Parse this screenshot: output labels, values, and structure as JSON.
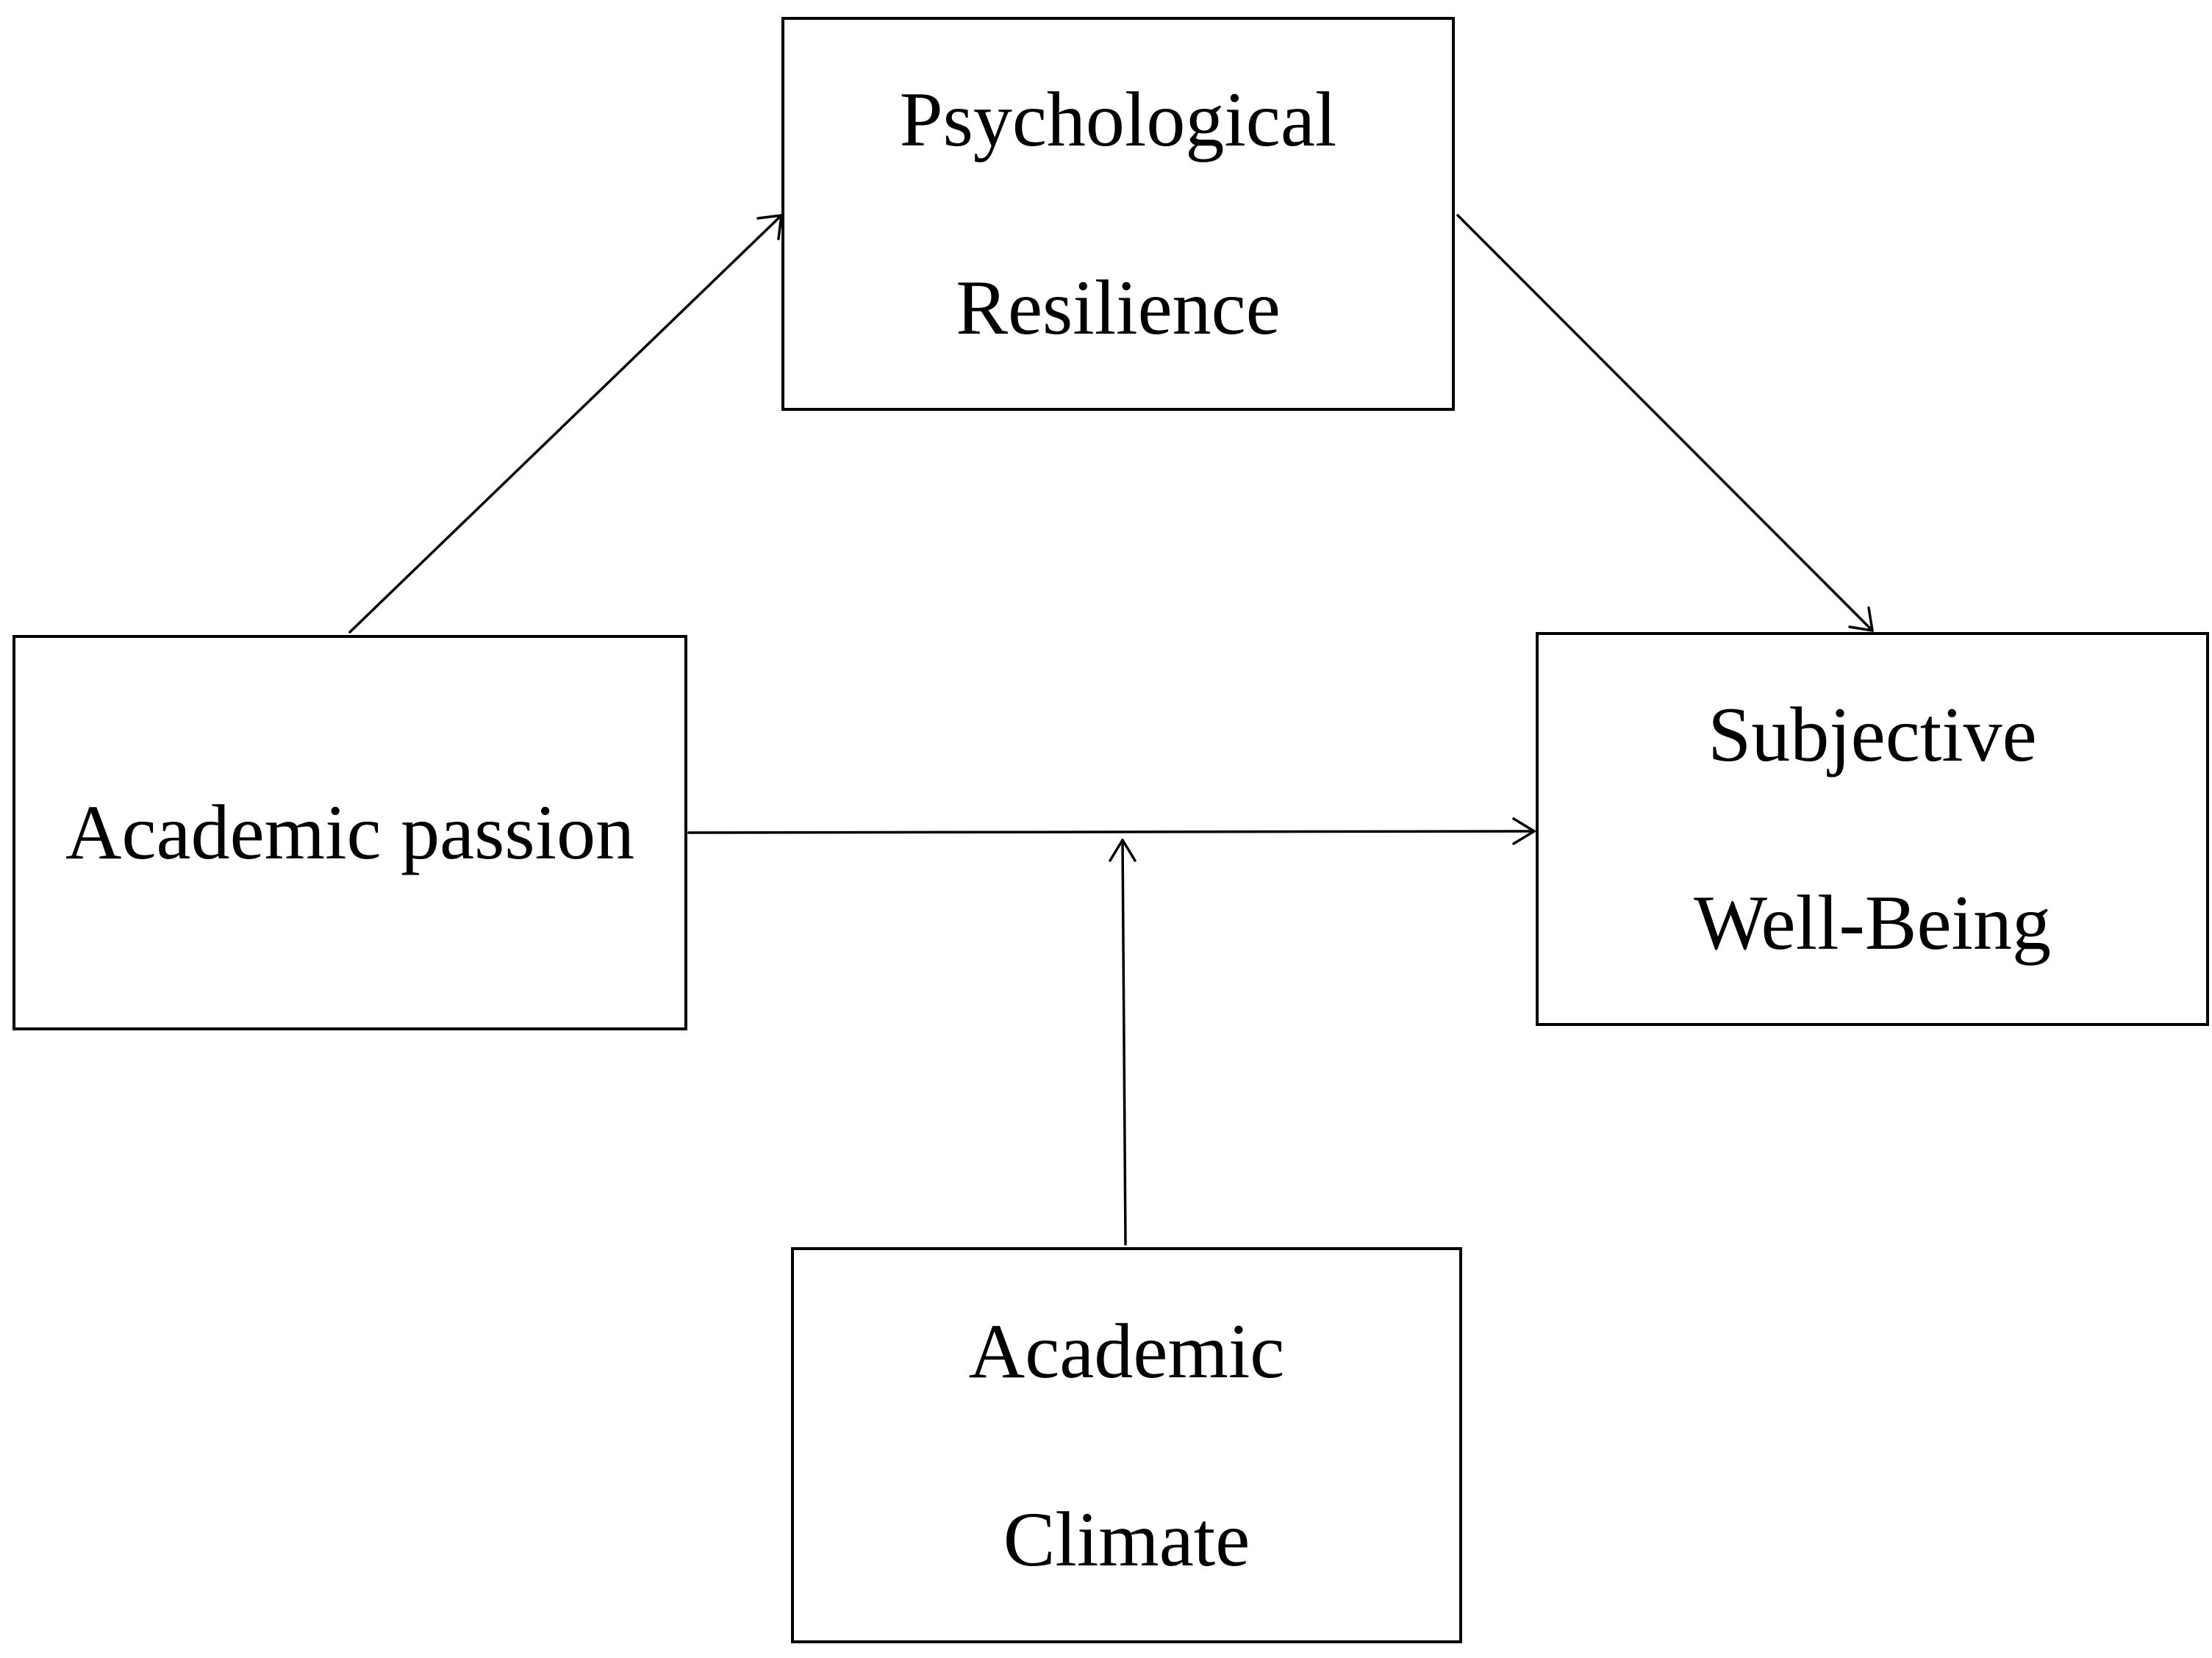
{
  "nodes": {
    "resilience": {
      "line1": "Psychological",
      "line2": "Resilience"
    },
    "passion": {
      "line1": "Academic passion"
    },
    "wellbeing": {
      "line1": "Subjective",
      "line2": "Well-Being"
    },
    "climate": {
      "line1": "Academic",
      "line2": "Climate"
    }
  },
  "edges": [
    {
      "from": "Academic passion",
      "to": "Psychological Resilience"
    },
    {
      "from": "Psychological Resilience",
      "to": "Subjective Well-Being"
    },
    {
      "from": "Academic passion",
      "to": "Subjective Well-Being"
    },
    {
      "from": "Academic Climate",
      "to": "Academic passion → Subjective Well-Being"
    }
  ],
  "colors": {
    "stroke": "#000000",
    "background": "#ffffff"
  }
}
